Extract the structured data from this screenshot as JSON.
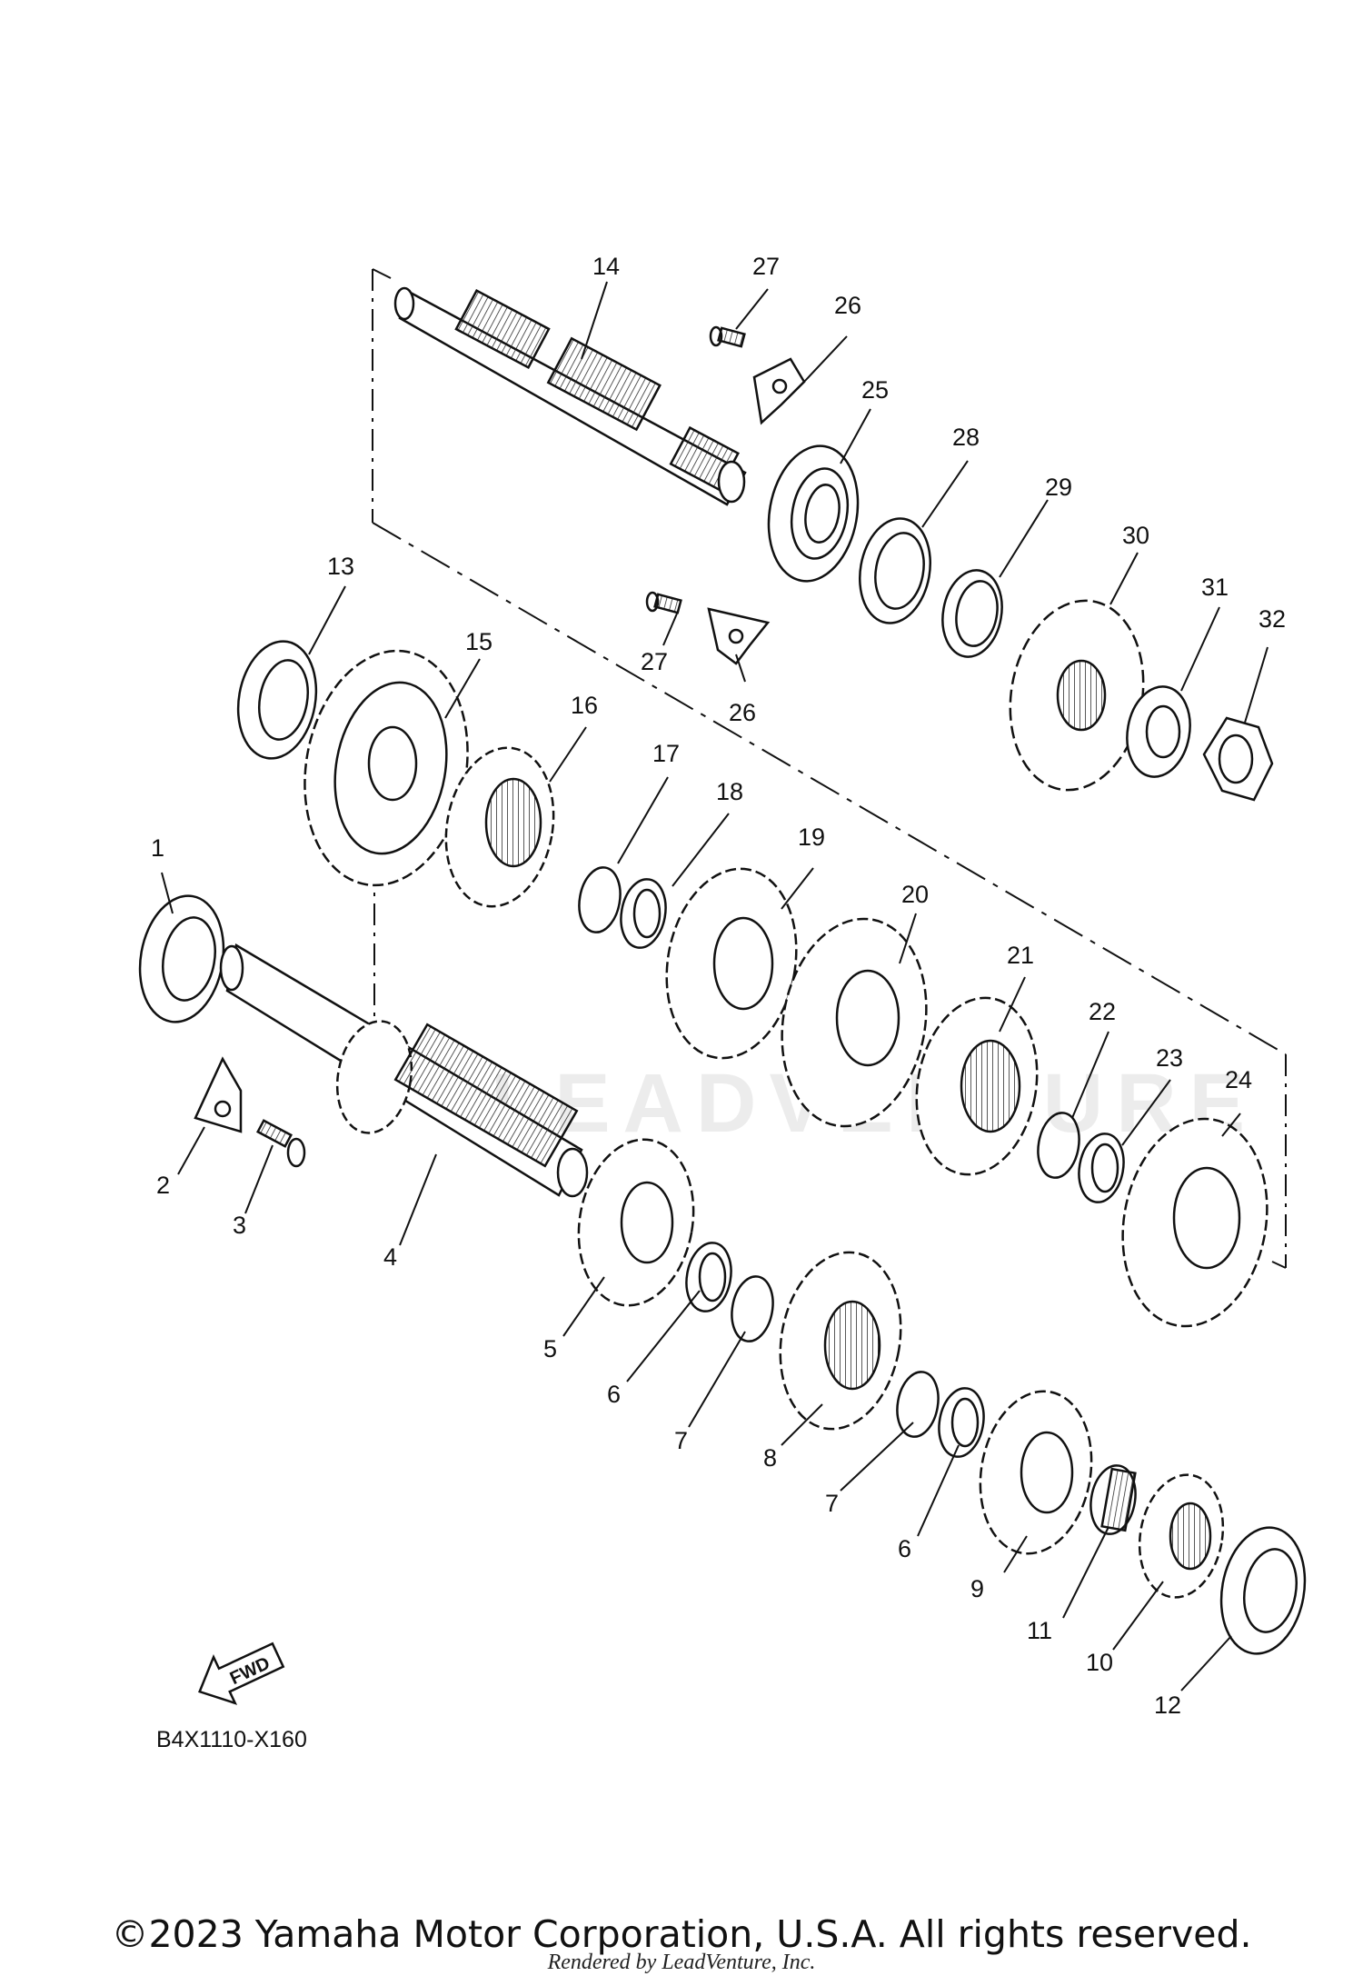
{
  "diagram": {
    "ref_code": "B4X1110-X160",
    "fwd_label": "FWD",
    "watermark": "LEADVENTURE",
    "labels": [
      "14",
      "27",
      "26",
      "25",
      "28",
      "29",
      "30",
      "31",
      "32",
      "13",
      "27",
      "26",
      "15",
      "16",
      "17",
      "18",
      "19",
      "20",
      "21",
      "22",
      "23",
      "24",
      "1",
      "2",
      "3",
      "4",
      "5",
      "6",
      "7",
      "8",
      "7",
      "6",
      "9",
      "11",
      "10",
      "12"
    ]
  },
  "footer": {
    "copyright": "©2023 Yamaha Motor Corporation, U.S.A. All rights reserved.",
    "rendered_by": "Rendered by LeadVenture, Inc."
  }
}
